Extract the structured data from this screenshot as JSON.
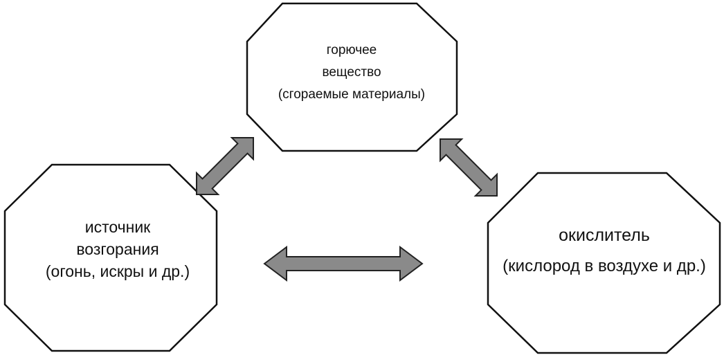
{
  "nodes": {
    "fuel": {
      "lines": [
        "горючее",
        "вещество",
        "(сгораемые материалы)"
      ]
    },
    "ignition": {
      "lines": [
        "источник",
        "возгорания",
        "(огонь, искры и др.)"
      ]
    },
    "oxidizer": {
      "lines": [
        "окислитель",
        "(кислород в воздухе и др.)"
      ]
    }
  },
  "colors": {
    "outline": "#111111",
    "arrow_fill": "#8a8a8a",
    "background": "#ffffff"
  }
}
